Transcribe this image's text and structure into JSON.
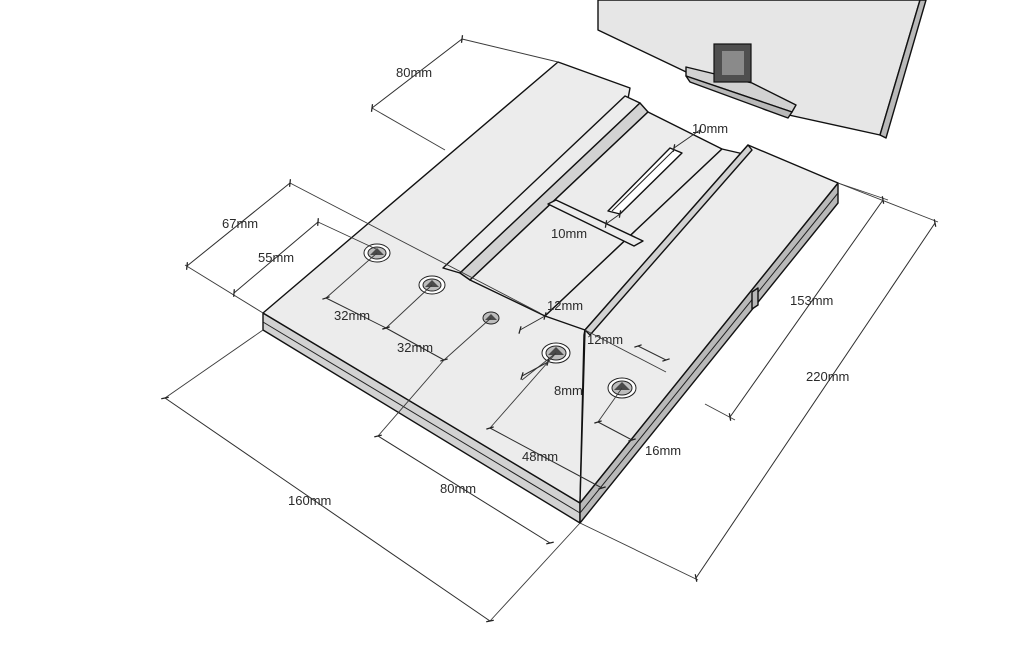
{
  "colors": {
    "face_top": "#ececec",
    "face_side": "#d2d2d2",
    "face_dark": "#b9b9b9",
    "block_face": "#e6e6e6",
    "hole_dark": "#5a5a5a",
    "line": "#111111"
  },
  "dimensions": {
    "d80_top": "80mm",
    "d10_top": "10mm",
    "d10_mid": "10mm",
    "d67": "67mm",
    "d55": "55mm",
    "d32_a": "32mm",
    "d32_b": "32mm",
    "d12_a": "12mm",
    "d12_b": "12mm",
    "d8": "8mm",
    "d48": "48mm",
    "d16": "16mm",
    "d153": "153mm",
    "d220": "220mm",
    "d160": "160mm",
    "d80_bottom": "80mm"
  }
}
